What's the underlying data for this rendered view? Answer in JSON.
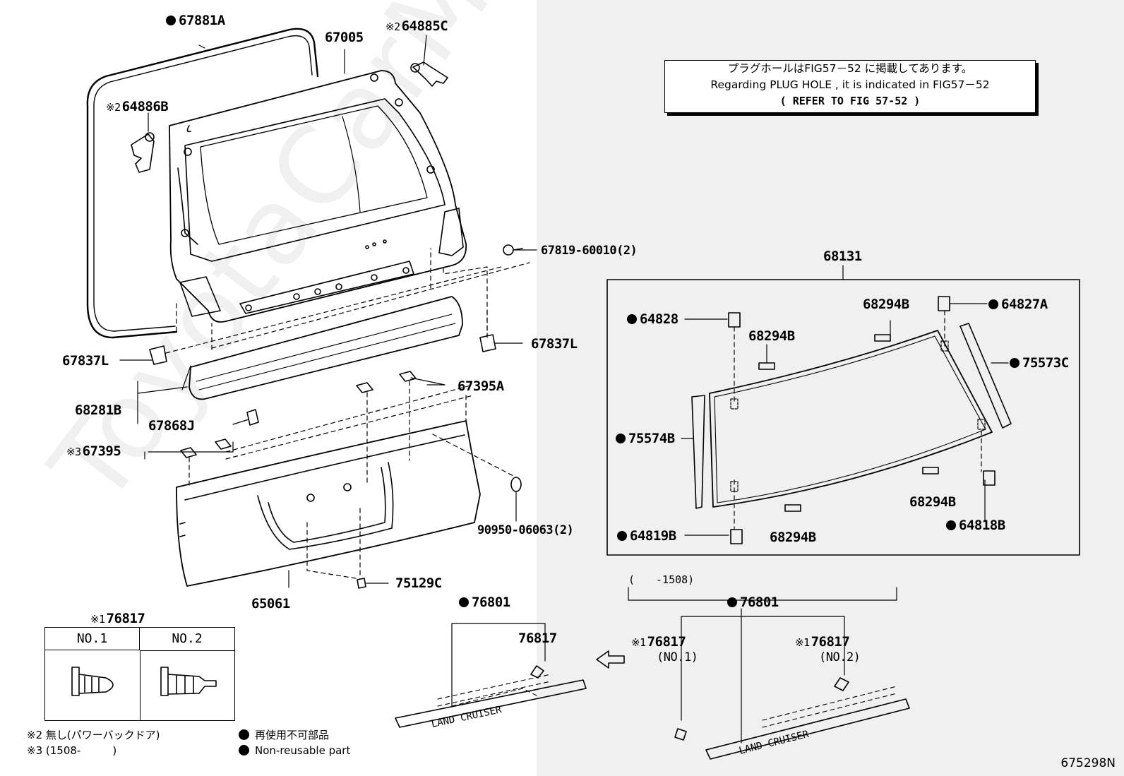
{
  "parts": {
    "p67881A": "67881A",
    "p67005": "67005",
    "p64885C": "64885C",
    "p64886B": "64886B",
    "p67819": "67819-60010(2)",
    "p67837L_left": "67837L",
    "p67837L_right": "67837L",
    "p68281B": "68281B",
    "p67868J": "67868J",
    "p67395A": "67395A",
    "p67395": "67395",
    "p90950": "90950-06063(2)",
    "p65061": "65061",
    "p75129C": "75129C",
    "p68131": "68131",
    "p64828": "64828",
    "p68294B_a": "68294B",
    "p68294B_b": "68294B",
    "p68294B_c": "68294B",
    "p68294B_d": "68294B",
    "p64827A": "64827A",
    "p75573C": "75573C",
    "p75574B": "75574B",
    "p64819B": "64819B",
    "p64818B": "64818B",
    "p76801_left": "76801",
    "p76817_left": "76817",
    "p76801_right": "76801",
    "p76817_no1": "76817",
    "p76817_no2": "76817",
    "p76817_table": "76817",
    "no1_paren": "(NO.1)",
    "no2_paren": "(NO.2)"
  },
  "marks": {
    "mark1": "※1",
    "mark2": "※2",
    "mark3": "※3"
  },
  "range_right": "(　　-1508)",
  "note": {
    "line1": "プラグホールはFIG57－52 に掲載してあります。",
    "line2": "Regarding  PLUG  HOLE  , it is  indicated  in  FIG57－52",
    "line3": "(    REFER TO FIG 57-52    )"
  },
  "clip_table": {
    "col1": "NO.1",
    "col2": "NO.2"
  },
  "legend": {
    "note2": "※2  無し(パワーバックドア)",
    "note3": "※3  (1508-　　　)",
    "nonreusable_jp": "再使用不可部品",
    "nonreusable_en": "Non-reusable part"
  },
  "emblem_text": "LAND  CRUISER",
  "catalog_id": "675298N",
  "watermark": "ToyotaCarMine.ru"
}
